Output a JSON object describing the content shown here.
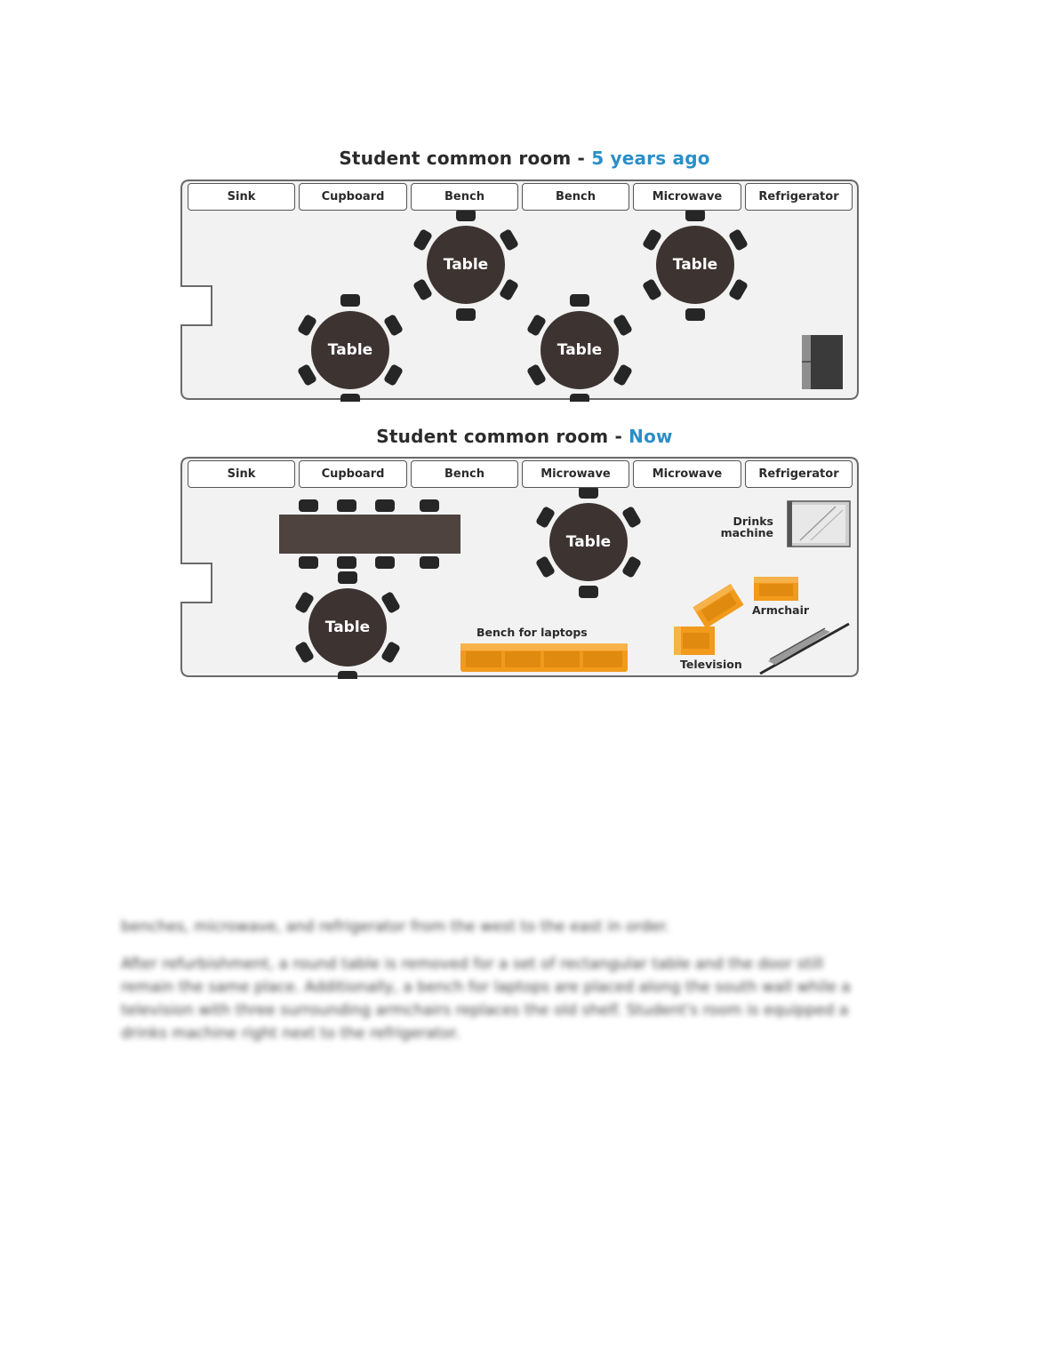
{
  "plans": [
    {
      "title_main": "Student common room - ",
      "title_accent": "5 years ago",
      "title_accent_color": "#2a8fc9",
      "cells": [
        "Sink",
        "Cupboard",
        "Bench",
        "Bench",
        "Microwave",
        "Refrigerator"
      ],
      "table_label": "Table"
    },
    {
      "title_main": "Student common room - ",
      "title_accent": "Now",
      "title_accent_color": "#2a8fc9",
      "cells": [
        "Sink",
        "Cupboard",
        "Bench",
        "Microwave",
        "Microwave",
        "Refrigerator"
      ],
      "table_label": "Table",
      "drinks_machine": "Drinks\nmachine",
      "armchair": "Armchair",
      "bench_laptops": "Bench for laptops",
      "television": "Television"
    }
  ],
  "colors": {
    "table": "#3d3330",
    "chair": "#262626",
    "orange": "#f29a1b",
    "wall": "#6a6a6a",
    "floor": "#f2f2f2"
  },
  "blurred_text": {
    "para1_line1": "benches, microwave, and refrigerator from the west to the east in order.",
    "para2": [
      "After refurbishment, a round table is removed for a set of rectangular table and the door still",
      "remain the same place. Additionally, a bench for laptops are placed along the south wall while a",
      "television with three surrounding armchairs replaces the old shelf. Student's room is equipped a",
      "drinks machine right next to the refrigerator."
    ]
  }
}
